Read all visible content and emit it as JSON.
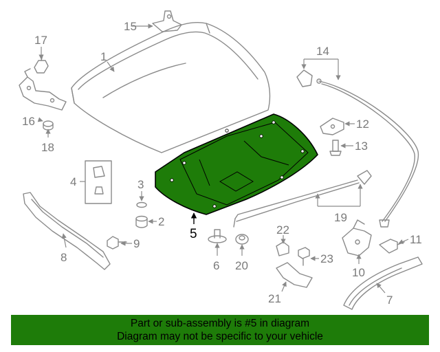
{
  "callouts": {
    "c1": "1",
    "c2": "2",
    "c3": "3",
    "c4": "4",
    "c5": "5",
    "c6": "6",
    "c7": "7",
    "c8": "8",
    "c9": "9",
    "c10": "10",
    "c11": "11",
    "c12": "12",
    "c13": "13",
    "c14": "14",
    "c15": "15",
    "c16": "16",
    "c17": "17",
    "c18": "18",
    "c19": "19",
    "c20": "20",
    "c21": "21",
    "c22": "22",
    "c23": "23"
  },
  "highlight": {
    "part": "5",
    "fill_color": "#1e7c09"
  },
  "banner": {
    "line1": "Part or sub-assembly is #5 in diagram",
    "line2": "Diagram may not be specific to your vehicle",
    "color": "#1e7c09"
  }
}
